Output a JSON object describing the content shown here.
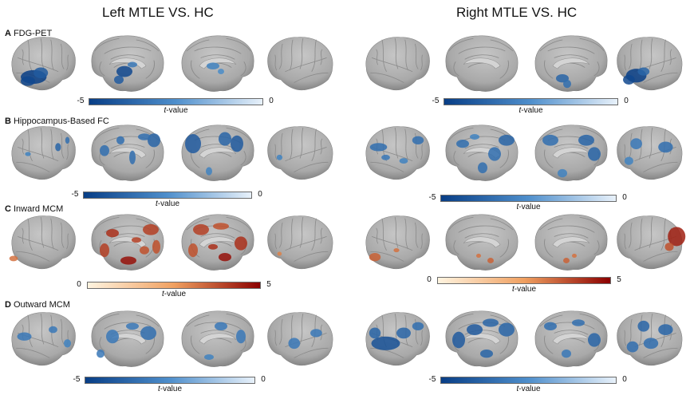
{
  "columns": [
    {
      "title": "Left MTLE VS. HC"
    },
    {
      "title": "Right MTLE VS. HC"
    }
  ],
  "panels": [
    {
      "letter": "A",
      "name": "FDG-PET"
    },
    {
      "letter": "B",
      "name": "Hippocampus-Based FC"
    },
    {
      "letter": "C",
      "name": "Inward MCM"
    },
    {
      "letter": "D",
      "name": "Outward MCM"
    }
  ],
  "colorbar": {
    "italic": "t",
    "suffix": "-value"
  },
  "scales": {
    "negative": {
      "min": "-5",
      "max": "0"
    },
    "positive": {
      "min": "0",
      "max": "5"
    }
  },
  "colors": {
    "cortex": "#a9a9a9",
    "cortex_dark": "#7b7b7b",
    "blue_deep": "#083e86",
    "blue_light": "#e8f1fa",
    "red_deep": "#8b0000",
    "red_light": "#fff4e0"
  }
}
